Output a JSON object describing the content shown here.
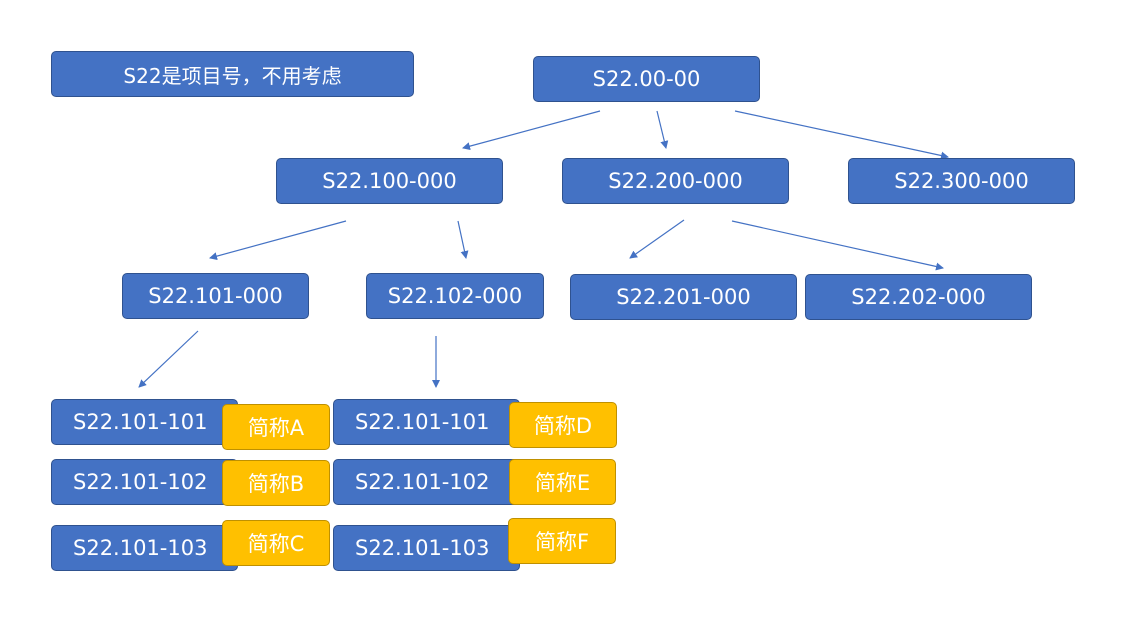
{
  "note": "S22是项目号，不用考虑",
  "tree": {
    "root": "S22.00-00",
    "level1": [
      "S22.100-000",
      "S22.200-000",
      "S22.300-000"
    ],
    "level2": [
      "S22.101-000",
      "S22.102-000",
      "S22.201-000",
      "S22.202-000"
    ],
    "leaf_groups": [
      {
        "items": [
          {
            "code": "S22.101-101",
            "abbr": "简称A"
          },
          {
            "code": "S22.101-102",
            "abbr": "简称B"
          },
          {
            "code": "S22.101-103",
            "abbr": "简称C"
          }
        ]
      },
      {
        "items": [
          {
            "code": "S22.101-101",
            "abbr": "简称D"
          },
          {
            "code": "S22.101-102",
            "abbr": "简称E"
          },
          {
            "code": "S22.101-103",
            "abbr": "简称F"
          }
        ]
      }
    ]
  },
  "colors": {
    "node_fill": "#4472c4",
    "node_border": "#2f528f",
    "tag_fill": "#ffc000",
    "tag_border": "#bf9000",
    "arrow": "#4472c4",
    "text": "#ffffff"
  }
}
